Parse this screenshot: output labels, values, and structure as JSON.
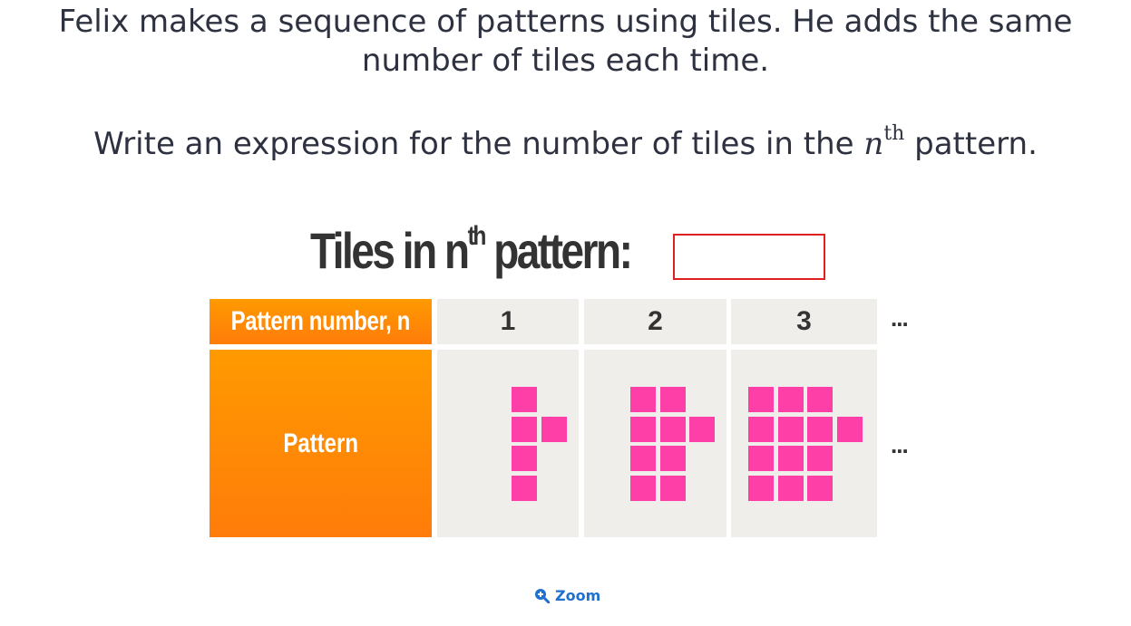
{
  "question": {
    "line1": "Felix makes a sequence of patterns using tiles. He adds the same",
    "line2": "number of tiles each time.",
    "prompt_before": "Write an expression for the number of tiles in the ",
    "prompt_var": "n",
    "prompt_sup": "th",
    "prompt_after": " pattern."
  },
  "figure": {
    "title_main": "Tiles in n",
    "title_sup": "th",
    "title_end": " pattern:",
    "table": {
      "row1_header": "Pattern number, n",
      "row2_header": "Pattern",
      "numbers": [
        "1",
        "2",
        "3"
      ],
      "ellipsis": "...",
      "tile_counts": [
        5,
        9,
        13
      ]
    },
    "colors": {
      "header_orange": "#ff8c00",
      "tile_pink": "#ff3fa8",
      "cell_grey": "#efeeea",
      "answer_border": "#e02020"
    }
  },
  "zoom": {
    "label": "Zoom",
    "icon": "zoom-in-icon"
  }
}
